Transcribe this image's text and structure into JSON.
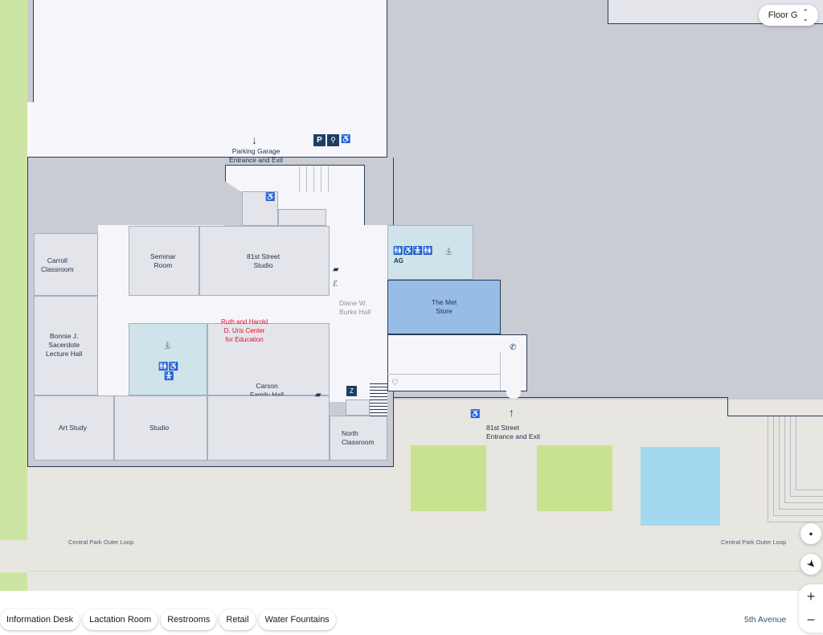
{
  "floor_selector": {
    "label": "Floor G"
  },
  "rooms": {
    "carroll": "Carroll\nClassroom",
    "seminar": "Seminar\nRoom",
    "studio81": "81st Street\nStudio",
    "bonnie": "Bonnie J.\nSacerdote\nLecture Hall",
    "art_study": "Art Study",
    "studio": "Studio",
    "carson": "Carson\nFamily Hall",
    "north": "North\nClassroom",
    "met_store": "The Met\nStore",
    "burke": "Diane W.\nBurke Hall",
    "uris": "Ruth and Harold\nD. Uris Center\nfor Education",
    "ag": "AG"
  },
  "labels": {
    "parking": "Parking Garage\nEntrance and Exit",
    "street81": "81st Street\nEntrance and Exit",
    "loop_left": "Central Park Outer Loop",
    "loop_right": "Central Park Outer Loop",
    "avenue": "5th Avenue"
  },
  "parking_sign": "P",
  "chips": [
    "Information Desk",
    "Lactation Room",
    "Restrooms",
    "Retail",
    "Water Fountains"
  ],
  "controls": {
    "zoom_in": "+",
    "zoom_out": "−"
  },
  "colors": {
    "store": "#97bde6",
    "restroom": "#cfe3ea",
    "green": "#c9e290",
    "water": "#a2d9ef",
    "road": "#e8e6e1",
    "highlight": "#e0102d"
  }
}
